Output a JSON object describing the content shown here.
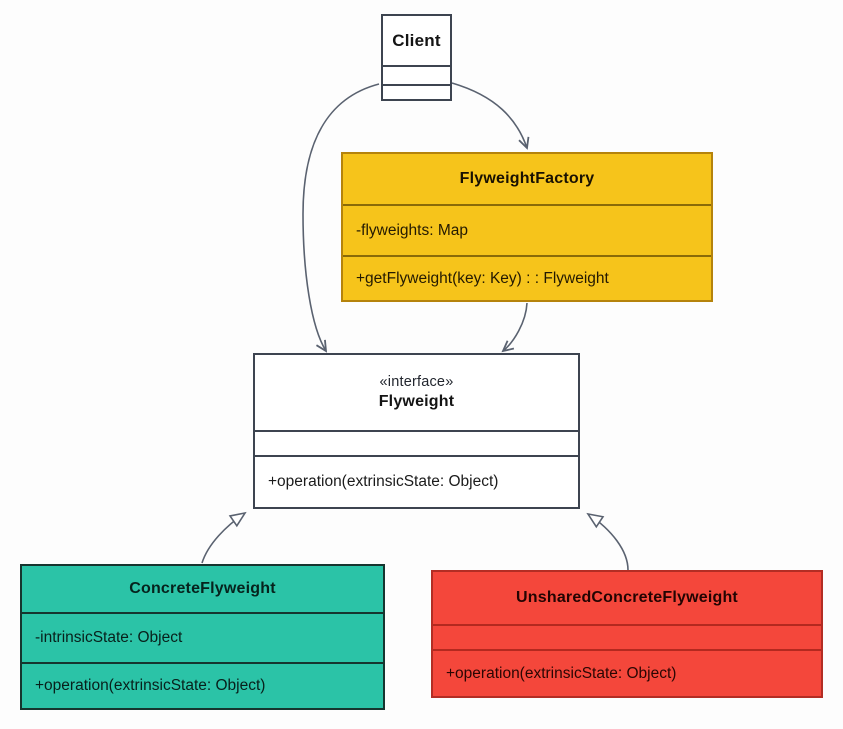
{
  "diagram": {
    "pattern": "Flyweight",
    "classes": {
      "client": {
        "name": "Client"
      },
      "flyweight_factory": {
        "name": "FlyweightFactory",
        "attribute": "-flyweights: Map",
        "method": "+getFlyweight(key: Key) : : Flyweight"
      },
      "flyweight": {
        "stereotype": "«interface»",
        "name": "Flyweight",
        "method": "+operation(extrinsicState: Object)"
      },
      "concrete_flyweight": {
        "name": "ConcreteFlyweight",
        "attribute": "-intrinsicState: Object",
        "method": "+operation(extrinsicState: Object)"
      },
      "unshared_concrete_flyweight": {
        "name": "UnsharedConcreteFlyweight",
        "method": "+operation(extrinsicState: Object)"
      }
    },
    "relationships": [
      {
        "from": "Client",
        "to": "FlyweightFactory",
        "type": "dependency-arrow"
      },
      {
        "from": "Client",
        "to": "Flyweight",
        "type": "dependency-arrow"
      },
      {
        "from": "FlyweightFactory",
        "to": "Flyweight",
        "type": "dependency-arrow"
      },
      {
        "from": "ConcreteFlyweight",
        "to": "Flyweight",
        "type": "generalization-hollow-triangle"
      },
      {
        "from": "UnsharedConcreteFlyweight",
        "to": "Flyweight",
        "type": "generalization-hollow-triangle"
      }
    ],
    "colors": {
      "background": "#fdfdfd",
      "neutral_box_border": "#3d4450",
      "factory_fill": "#f6c41b",
      "factory_divider": "#8a6a08",
      "concrete_fill": "#2bc3a7",
      "concrete_border": "#16352f",
      "unshared_fill": "#f4473b",
      "unshared_border": "#b32d24",
      "connector": "#5a6270"
    }
  }
}
